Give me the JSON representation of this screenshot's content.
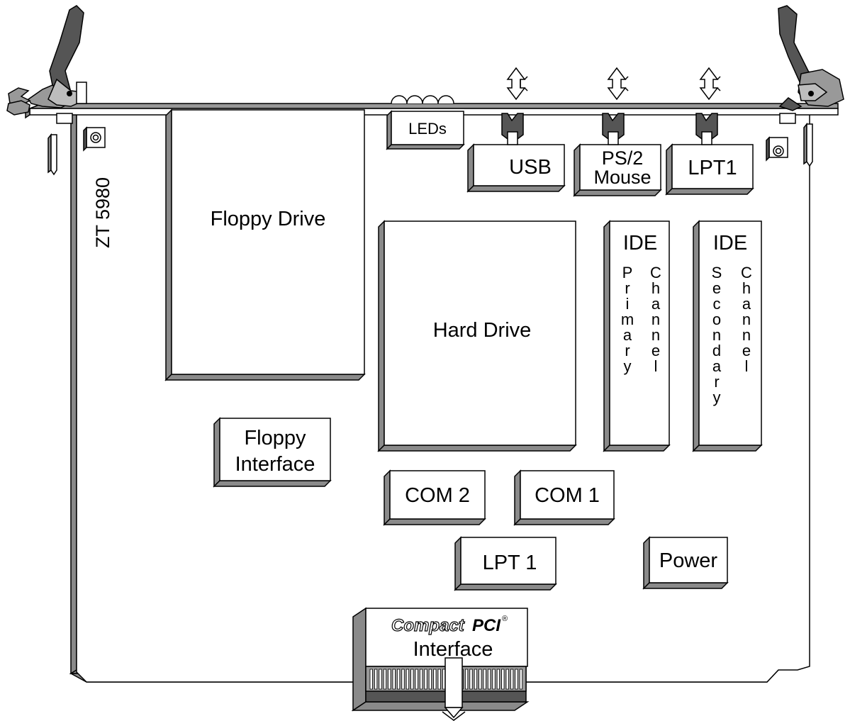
{
  "board": {
    "model": "ZT 5980"
  },
  "components": {
    "floppy_drive": "Floppy Drive",
    "hard_drive": "Hard Drive",
    "floppy_interface_line1": "Floppy",
    "floppy_interface_line2": "Interface",
    "com2": "COM 2",
    "com1": "COM 1",
    "lpt1_internal": "LPT 1",
    "power": "Power",
    "ide_primary_title": "IDE",
    "ide_primary_left": [
      "P",
      "r",
      "i",
      "m",
      "a",
      "r",
      "y"
    ],
    "ide_primary_right": [
      "C",
      "h",
      "a",
      "n",
      "n",
      "e",
      "l"
    ],
    "ide_secondary_title": "IDE",
    "ide_secondary_left": [
      "S",
      "e",
      "c",
      "o",
      "n",
      "d",
      "a",
      "r",
      "y"
    ],
    "ide_secondary_right": [
      "C",
      "h",
      "a",
      "n",
      "n",
      "e",
      "l"
    ]
  },
  "front_panel": {
    "leds": "LEDs",
    "usb": "USB",
    "ps2_line1": "PS/2",
    "ps2_line2": "Mouse",
    "lpt1": "LPT1"
  },
  "cpci": {
    "logo_compact": "Compact",
    "logo_pci": "PCI",
    "logo_reg": "®",
    "label": "Interface"
  }
}
